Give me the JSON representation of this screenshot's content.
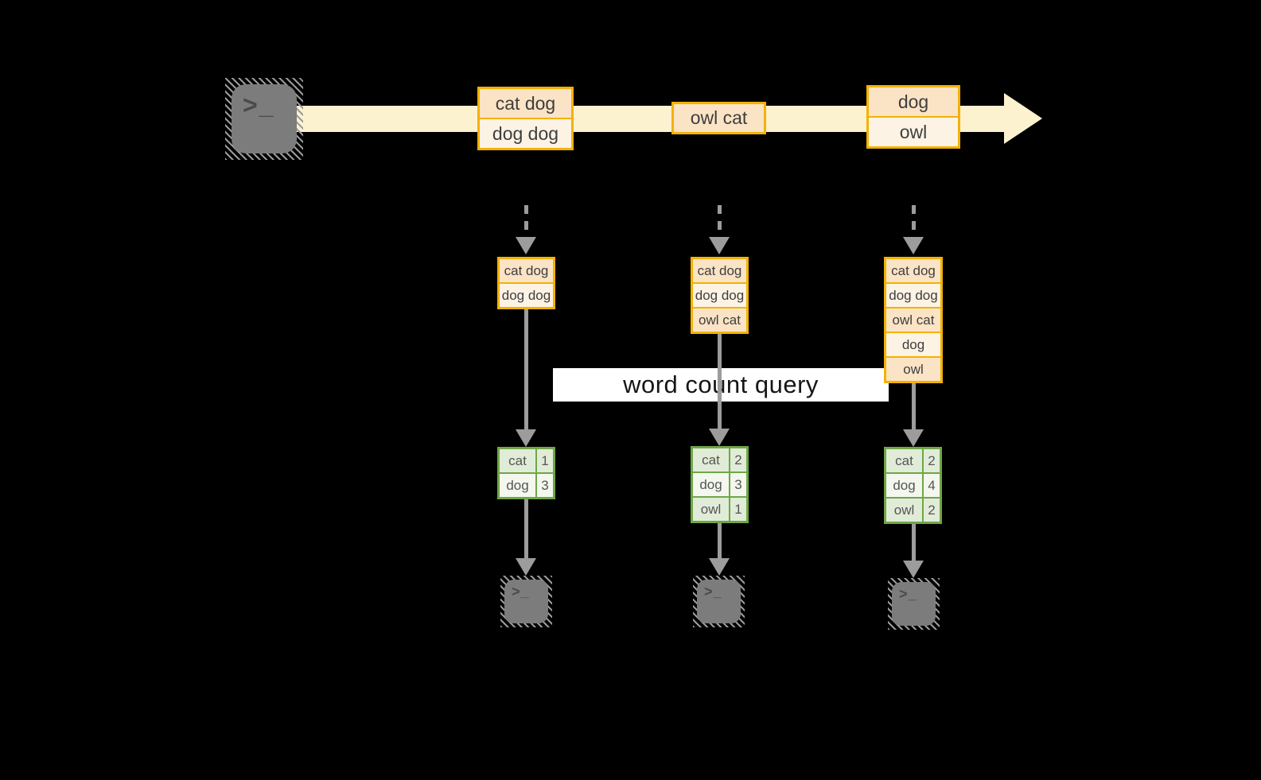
{
  "banner": {
    "label": "word count query"
  },
  "stream": {
    "events": [
      {
        "cells": [
          "cat dog",
          "dog dog"
        ]
      },
      {
        "cells": [
          "owl cat"
        ]
      },
      {
        "cells": [
          "dog",
          "owl"
        ]
      }
    ]
  },
  "stacks": [
    {
      "cells": [
        "cat dog",
        "dog dog"
      ]
    },
    {
      "cells": [
        "cat dog",
        "dog dog",
        "owl cat"
      ]
    },
    {
      "cells": [
        "cat dog",
        "dog dog",
        "owl cat",
        "dog",
        "owl"
      ]
    }
  ],
  "tables": [
    {
      "rows": [
        [
          "cat",
          "1"
        ],
        [
          "dog",
          "3"
        ]
      ]
    },
    {
      "rows": [
        [
          "cat",
          "2"
        ],
        [
          "dog",
          "3"
        ],
        [
          "owl",
          "1"
        ]
      ]
    },
    {
      "rows": [
        [
          "cat",
          "2"
        ],
        [
          "dog",
          "4"
        ],
        [
          "owl",
          "2"
        ]
      ]
    }
  ],
  "icons": {
    "terminal_prompt": ">_"
  },
  "colors": {
    "orange": "#f2b200",
    "peach": "#fbe3c5",
    "cream": "#fdf3e4",
    "band": "#fcf2d0",
    "green": "#6fa646",
    "green-dark": "#e1ecd8",
    "green-light": "#f3f7ee",
    "gray": "#9c9c9c",
    "terminal": "#7c7c7c",
    "banner-bg": "#ffffff"
  }
}
